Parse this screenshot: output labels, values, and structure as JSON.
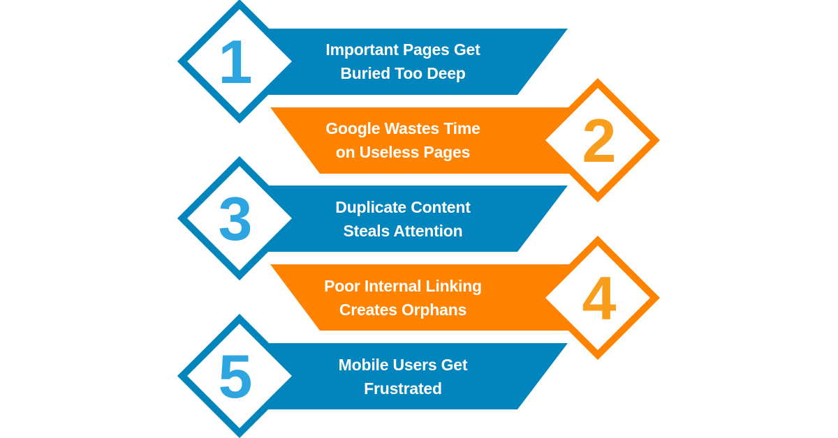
{
  "colors": {
    "blue": "#0284BC",
    "blue_number": "#2CA5E0",
    "orange": "#FF8300",
    "orange_number": "#F99D1C",
    "background": "#FFFFFF"
  },
  "items": [
    {
      "number": "1",
      "color": "blue",
      "side": "left",
      "line1": "Important Pages Get",
      "line2": "Buried Too Deep"
    },
    {
      "number": "2",
      "color": "orange",
      "side": "right",
      "line1": "Google Wastes Time",
      "line2": "on Useless Pages"
    },
    {
      "number": "3",
      "color": "blue",
      "side": "left",
      "line1": "Duplicate Content",
      "line2": "Steals Attention"
    },
    {
      "number": "4",
      "color": "orange",
      "side": "right",
      "line1": "Poor Internal Linking",
      "line2": "Creates Orphans"
    },
    {
      "number": "5",
      "color": "blue",
      "side": "left",
      "line1": "Mobile Users Get",
      "line2": "Frustrated"
    }
  ]
}
